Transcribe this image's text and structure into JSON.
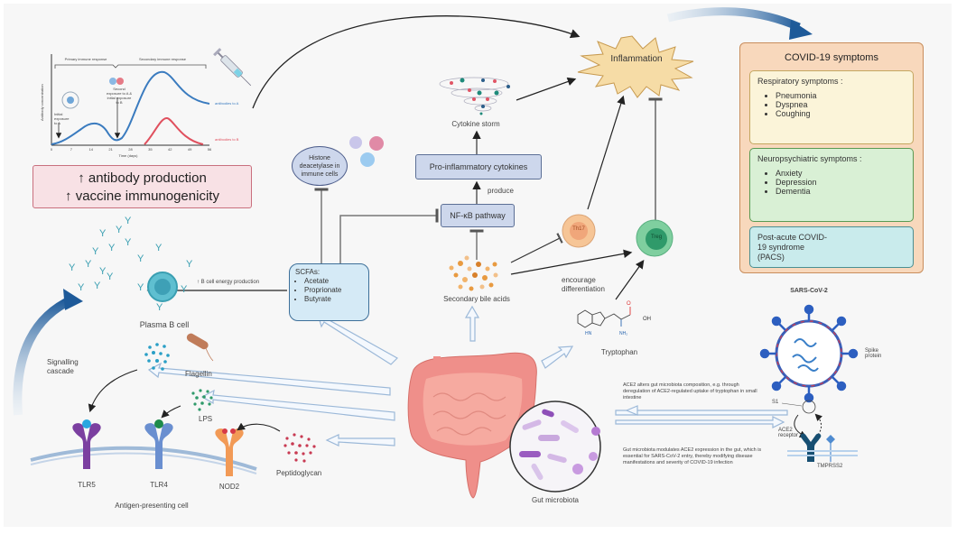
{
  "figure": {
    "chart_inset": {
      "title_primary": "Primary immune response",
      "title_secondary": "Secondary immune response",
      "xlabel": "Time (days)",
      "ylabel": "Antibody concentration",
      "x_ticks": [
        "0",
        "7",
        "14",
        "21",
        "28",
        "35",
        "42",
        "49",
        "56"
      ],
      "annotation_initial": "Initial exposure to A",
      "annotation_second": "Second exposure to A & initial exposure to B",
      "legend": [
        "antibodies to A",
        "antibodies to B"
      ]
    },
    "outcome_box": {
      "line1": "↑ antibody production",
      "line2": "↑ vaccine immunogenicity"
    },
    "plasma_b_cell": "Plasma B cell",
    "b_cell_energy": "↑ B cell energy production",
    "signalling_cascade": "Signalling cascade",
    "flagellin": "Flagellin",
    "lps": "LPS",
    "peptidoglycan": "Peptidoglycan",
    "receptors": [
      "TLR5",
      "TLR4",
      "NOD2"
    ],
    "apc": "Antigen-presenting cell",
    "hdac": "Histone deacetylase in immune cells",
    "scfa": {
      "title": "SCFAs:",
      "items": [
        "Acetate",
        "Proprionate",
        "Butyrate"
      ]
    },
    "cytokine_storm": "Cytokine storm",
    "pro_inflammatory": "Pro-inflammatory cytokines",
    "produce": "produce",
    "nfkb": "NF-κB pathway",
    "bile_acids": "Secondary bile acids",
    "th17": "Th17",
    "treg": "Treg",
    "encourage": "encourage differentiation",
    "tryptophan": "Tryptophan",
    "tryptophan_groups": {
      "o": "O",
      "oh": "OH",
      "hn": "HN",
      "nh2": "NH₂"
    },
    "inflammation": "Inflammation",
    "gut_microbiota": "Gut microbiota",
    "covid_symptoms": {
      "title": "COVID-19 symptoms",
      "respiratory": {
        "title": "Respiratory symptoms :",
        "items": [
          "Pneumonia",
          "Dyspnea",
          "Coughing"
        ]
      },
      "neuro": {
        "title": "Neuropsychiatric symptoms :",
        "items": [
          "Anxiety",
          "Depression",
          "Dementia"
        ]
      },
      "pacs": "Post-acute COVID-19 syndrome (PACS)"
    },
    "sars": "SARS-CoV-2",
    "spike": "Spike protein",
    "s1": "S1",
    "ace2": "ACE2 receptor",
    "tmprss2": "TMPRSS2",
    "ace2_text": "ACE2 alters gut microbiota composition, e.g. through deregulation of ACE2-regulated uptake of tryptophan in small intestine",
    "gut_text": "Gut microbiota modulates ACE2 expression in the gut, which is essential for SARS-CoV-2 entry, thereby modifying disease manifestations and severity of COVID-19 infection",
    "colors": {
      "antibody_a": "#3a7bbf",
      "antibody_b": "#e0505e",
      "inflammation": "#f6dca6",
      "covid_box": "#f8d8bc"
    }
  }
}
